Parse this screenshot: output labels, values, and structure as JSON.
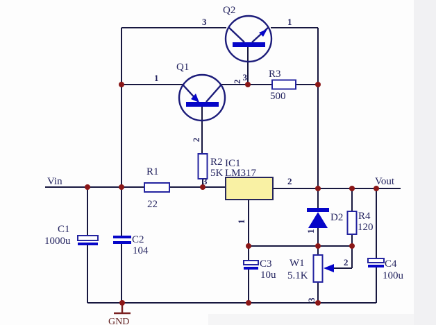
{
  "diagram": {
    "type": "circuit-schematic",
    "description_nets": {
      "vin": "Vin",
      "vout": "Vout",
      "gnd": "GND"
    }
  },
  "colors": {
    "wire": "#17173f",
    "symbol_outline": "#2424a0",
    "symbol_fill_blue": "#0606c8",
    "ic_fill": "#f9f1a4",
    "junction_dot": "#8b1717",
    "ground_symbol": "#7a2020",
    "text": "#23235f",
    "background": "#fdfdfd",
    "margin_gray": "#f1f1f3"
  },
  "nets": {
    "vin_label": "Vin",
    "vout_label": "Vout",
    "gnd_label": "GND"
  },
  "components": {
    "q1": {
      "ref": "Q1",
      "pin_left": "1",
      "pin_bottom": "2",
      "pin_right": "3"
    },
    "q2": {
      "ref": "Q2",
      "pin_left": "3",
      "pin_right": "1",
      "pin_bottom": "2"
    },
    "r1": {
      "ref": "R1",
      "value": "22"
    },
    "r2": {
      "ref": "R2",
      "value": "5K"
    },
    "r3": {
      "ref": "R3",
      "value": "500"
    },
    "r4": {
      "ref": "R4",
      "value": "120"
    },
    "c1": {
      "ref": "C1",
      "value": "1000u"
    },
    "c2": {
      "ref": "C2",
      "value": "104"
    },
    "c3": {
      "ref": "C3",
      "value": "10u"
    },
    "c4": {
      "ref": "C4",
      "value": "100u"
    },
    "d2": {
      "ref": "D2"
    },
    "w1": {
      "ref": "W1",
      "value": "5.1K",
      "pin_top": "1",
      "pin_wiper": "2",
      "pin_bottom": "3"
    },
    "ic1": {
      "ref": "IC1",
      "value": "LM317",
      "pin_in": "3",
      "pin_out": "2",
      "pin_adj": "1"
    }
  }
}
